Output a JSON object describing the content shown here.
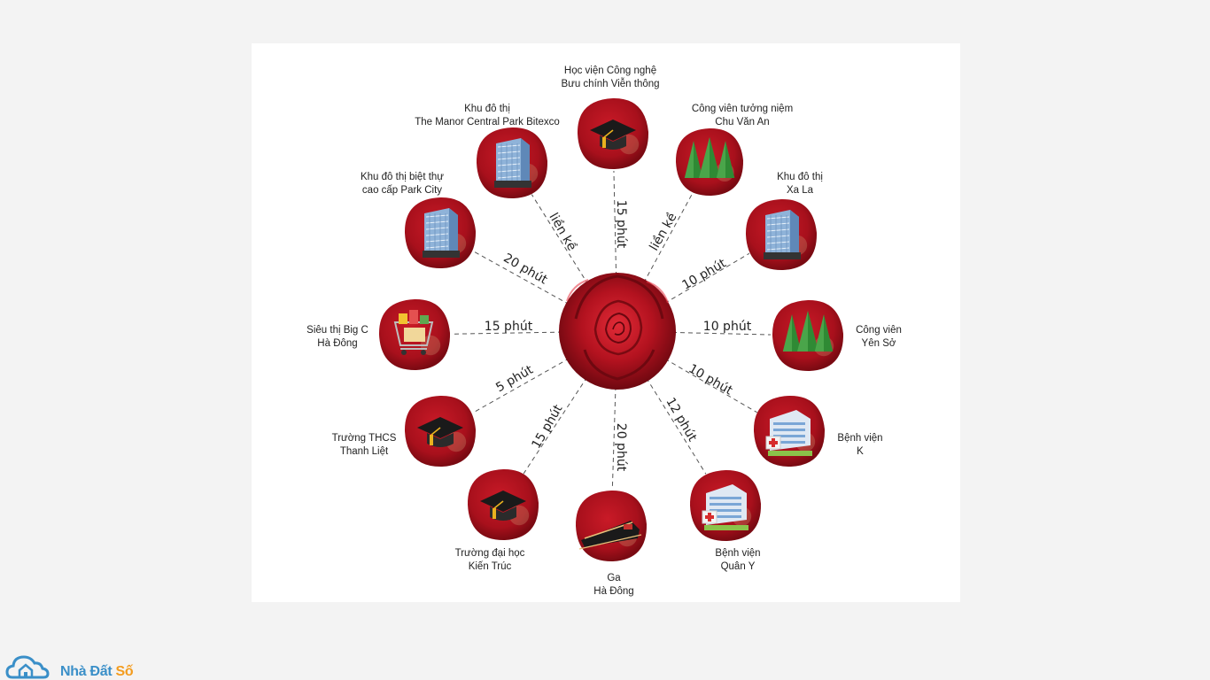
{
  "center": {
    "name": "rose"
  },
  "destinations": [
    {
      "id": "buu-chinh",
      "icon": "graduation-cap-icon",
      "lines": [
        "Học viện Công nghệ",
        "Bưu chính Viễn thông"
      ],
      "distance": "15 phút"
    },
    {
      "id": "chu-van-an",
      "icon": "trees-icon",
      "lines": [
        "Công viên tưởng niệm",
        "Chu Văn An"
      ],
      "distance": "liền kề"
    },
    {
      "id": "xa-la",
      "icon": "building-icon",
      "lines": [
        "Khu đô thị",
        "Xa La"
      ],
      "distance": "10 phút"
    },
    {
      "id": "yen-so",
      "icon": "trees-icon",
      "lines": [
        "Công viên",
        "Yên Sở"
      ],
      "distance": "10 phút"
    },
    {
      "id": "benh-vien-k",
      "icon": "hospital-icon",
      "lines": [
        "Bệnh viện",
        "K"
      ],
      "distance": "10 phút"
    },
    {
      "id": "quan-y",
      "icon": "hospital-icon",
      "lines": [
        "Bệnh viện",
        "Quân Y"
      ],
      "distance": "12 phút"
    },
    {
      "id": "ga-ha-dong",
      "icon": "train-icon",
      "lines": [
        "Ga",
        "Hà Đông"
      ],
      "distance": "20 phút"
    },
    {
      "id": "kien-truc",
      "icon": "graduation-cap-icon",
      "lines": [
        "Trường đại học",
        "Kiến Trúc"
      ],
      "distance": "15 phút"
    },
    {
      "id": "thanh-liet",
      "icon": "graduation-cap-icon",
      "lines": [
        "Trường THCS",
        "Thanh Liệt"
      ],
      "distance": "5 phút"
    },
    {
      "id": "big-c",
      "icon": "shopping-cart-icon",
      "lines": [
        "Siêu thị Big C",
        "Hà Đông"
      ],
      "distance": "15 phút"
    },
    {
      "id": "park-city",
      "icon": "building-icon",
      "lines": [
        "Khu đô thị biệt thự",
        "cao cấp Park City"
      ],
      "distance": "20 phút"
    },
    {
      "id": "manor",
      "icon": "building-icon",
      "lines": [
        "Khu đô thị",
        "The Manor Central Park Bitexco"
      ],
      "distance": "liền kề"
    }
  ],
  "logo": {
    "name": "Nhà Đất",
    "accent": "Số"
  },
  "colors": {
    "petal": "#b3121f",
    "petal_dark": "#7a0a12",
    "background": "#f3f3f3",
    "card": "#ffffff",
    "line": "#555555"
  }
}
